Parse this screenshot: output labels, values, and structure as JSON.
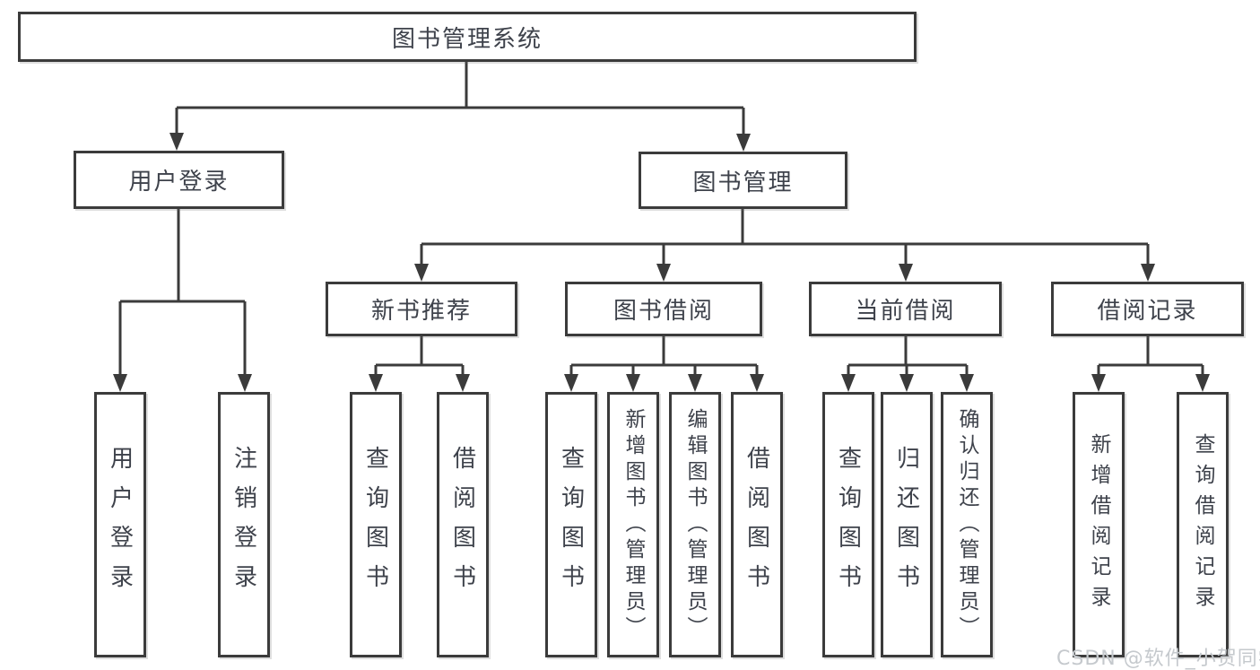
{
  "tree": {
    "label": "图书管理系统",
    "children": [
      {
        "label": "用户登录",
        "children": [
          {
            "label": "用户登录"
          },
          {
            "label": "注销登录"
          }
        ]
      },
      {
        "label": "图书管理",
        "children": [
          {
            "label": "新书推荐",
            "children": [
              {
                "label": "查询图书"
              },
              {
                "label": "借阅图书"
              }
            ]
          },
          {
            "label": "图书借阅",
            "children": [
              {
                "label": "查询图书"
              },
              {
                "label": "新增图书（管理员）"
              },
              {
                "label": "编辑图书（管理员）"
              },
              {
                "label": "借阅图书"
              }
            ]
          },
          {
            "label": "当前借阅",
            "children": [
              {
                "label": "查询图书"
              },
              {
                "label": "归还图书"
              },
              {
                "label": "确认归还（管理员）"
              }
            ]
          },
          {
            "label": "借阅记录",
            "children": [
              {
                "label": "新增借阅记录"
              },
              {
                "label": "查询借阅记录"
              }
            ]
          }
        ]
      }
    ]
  },
  "watermark": {
    "text": "CSDN @软件_小贺同学"
  },
  "colors": {
    "line": "#3b3b3b",
    "text": "#3e424b",
    "watermark": "#c5c9cd",
    "background": "#ffffff"
  }
}
